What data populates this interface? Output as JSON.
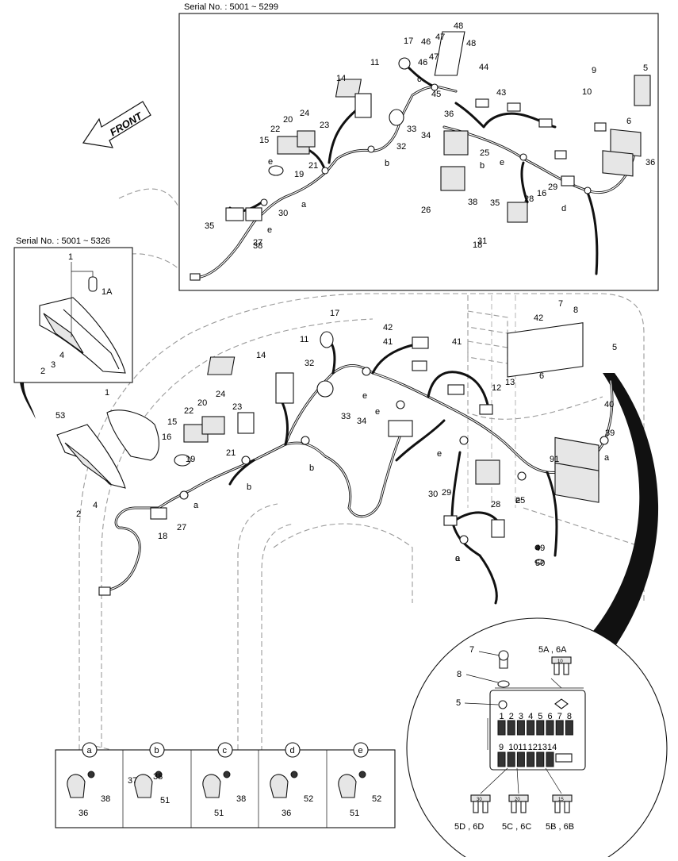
{
  "insets": {
    "top_serial": "Serial No. : 5001 ~ 5299",
    "left_serial": "Serial No. : 5001 ~ 5326"
  },
  "direction_label": "FRONT",
  "top_labels": [
    "48",
    "47",
    "48",
    "46",
    "17",
    "47",
    "46",
    "11",
    "44",
    "9",
    "5",
    "14",
    "10",
    "c",
    "45",
    "43",
    "36",
    "6",
    "24",
    "20",
    "23",
    "22",
    "33",
    "34",
    "32",
    "15",
    "25",
    "e",
    "21",
    "b",
    "36",
    "19",
    "b",
    "d",
    "e",
    "16",
    "29",
    "28",
    "30",
    "a",
    "26",
    "38",
    "35",
    "e",
    "31",
    "27",
    "35",
    "18",
    "38"
  ],
  "left_labels": [
    "1",
    "1A",
    "4",
    "3",
    "2"
  ],
  "main_labels": [
    "17",
    "42",
    "7",
    "8",
    "11",
    "41",
    "42",
    "5",
    "41",
    "14",
    "32",
    "e",
    "6",
    "13",
    "12",
    "40",
    "1",
    "e",
    "24",
    "33",
    "34",
    "39",
    "53",
    "22",
    "20",
    "23",
    "e",
    "a",
    "15",
    "e",
    "91",
    "16",
    "19",
    "21",
    "b",
    "b",
    "30",
    "29",
    "28",
    "e",
    "4",
    "a",
    "27",
    "25",
    "2",
    "49",
    "18",
    "50",
    "a"
  ],
  "fuse_labels": {
    "bolt": "7",
    "washer": "8",
    "box": "5",
    "top_fuse": "5A , 6A",
    "fuse_numbers_top": [
      "1",
      "2",
      "3",
      "4",
      "5",
      "6",
      "7",
      "8"
    ],
    "fuse_numbers_bottom": [
      "9",
      "10",
      "11",
      "12",
      "13",
      "14"
    ],
    "rating_30": "30",
    "rating_20": "20",
    "rating_15": "15",
    "rating_10": "10",
    "bottom_left": "5D , 6D",
    "bottom_mid": "5C , 6C",
    "bottom_right": "5B , 6B"
  },
  "clamp_table": [
    {
      "letter": "a",
      "parts": [
        "38",
        "36"
      ]
    },
    {
      "letter": "b",
      "parts": [
        "37",
        "38",
        "51"
      ]
    },
    {
      "letter": "c",
      "parts": [
        "38",
        "51"
      ]
    },
    {
      "letter": "d",
      "parts": [
        "52",
        "36"
      ]
    },
    {
      "letter": "e",
      "parts": [
        "52",
        "51"
      ]
    }
  ]
}
